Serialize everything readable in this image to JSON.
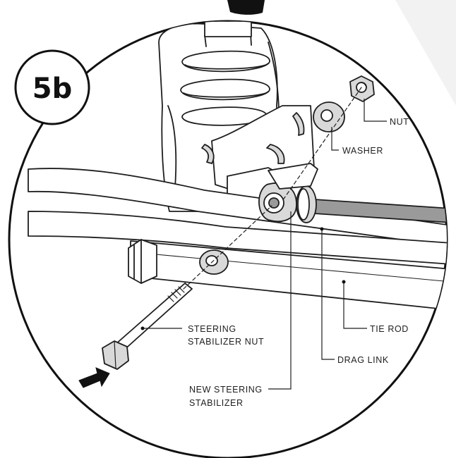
{
  "step_badge": {
    "label": "5b"
  },
  "callouts": {
    "nut": "NUT",
    "washer": "WASHER",
    "tie_rod": "TIE ROD",
    "drag_link": "DRAG LINK",
    "steering_stabilizer_nut_line1": "STEERING",
    "steering_stabilizer_nut_line2": "STABILIZER NUT",
    "new_steering_stabilizer_line1": "NEW STEERING",
    "new_steering_stabilizer_line2": "STABILIZER"
  },
  "colors": {
    "line": "#1e1e1e",
    "part_fill": "#ffffff",
    "shade": "#d9d9d9",
    "dark_shade": "#9a9a9a",
    "background_stripe": "#f2f2f2"
  },
  "icons": {
    "direction_arrow": "arrow-right-icon",
    "badge": "step-badge-icon"
  }
}
